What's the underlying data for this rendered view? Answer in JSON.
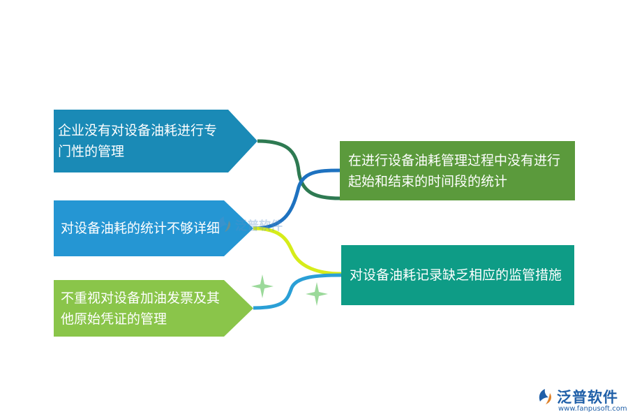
{
  "boxes": {
    "left_1": "企业没有对设备油耗进行专门性的管理",
    "left_2": "对设备油耗的统计不够详细",
    "left_3": "不重视对设备加油发票及其他原始凭证的管理",
    "right_1": "在进行设备油耗管理过程中没有进行起始和结束的时间段的统计",
    "right_2": "对设备油耗记录缺乏相应的监管措施"
  },
  "colors": {
    "left_1": "#1a8ab6",
    "left_2": "#2596d3",
    "left_3": "#8ac54a",
    "right_1": "#5b9a3c",
    "right_2": "#0e9c86",
    "link_green": "#2e7a52",
    "link_blue": "#1e72c0",
    "link_yellow": "#d6ec1a",
    "link_lightblue": "#2a9fd6",
    "sparkle": "#9bd99a"
  },
  "watermark": {
    "text": "泛普软件"
  },
  "logo": {
    "name": "泛普软件",
    "url": "www.fanpusoft.com"
  }
}
